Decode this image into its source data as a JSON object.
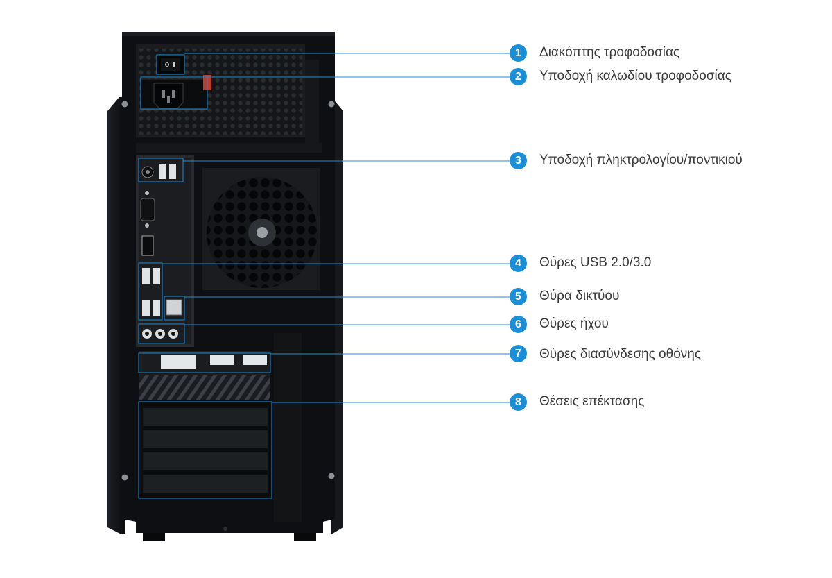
{
  "accent": "#1a8fd8",
  "case_color": "#0d0f12",
  "callouts": [
    {
      "number": "1",
      "label": "Διακόπτης τροφοδοσίας"
    },
    {
      "number": "2",
      "label": "Υποδοχή καλωδίου τροφοδοσίας"
    },
    {
      "number": "3",
      "label": "Υποδοχή πληκτρολογίου/ποντικιού"
    },
    {
      "number": "4",
      "label": "Θύρες USB 2.0/3.0"
    },
    {
      "number": "5",
      "label": "Θύρα δικτύου"
    },
    {
      "number": "6",
      "label": "Θύρες ήχου"
    },
    {
      "number": "7",
      "label": "Θύρες διασύνδεσης οθόνης"
    },
    {
      "number": "8",
      "label": "Θέσεις επέκτασης"
    }
  ]
}
